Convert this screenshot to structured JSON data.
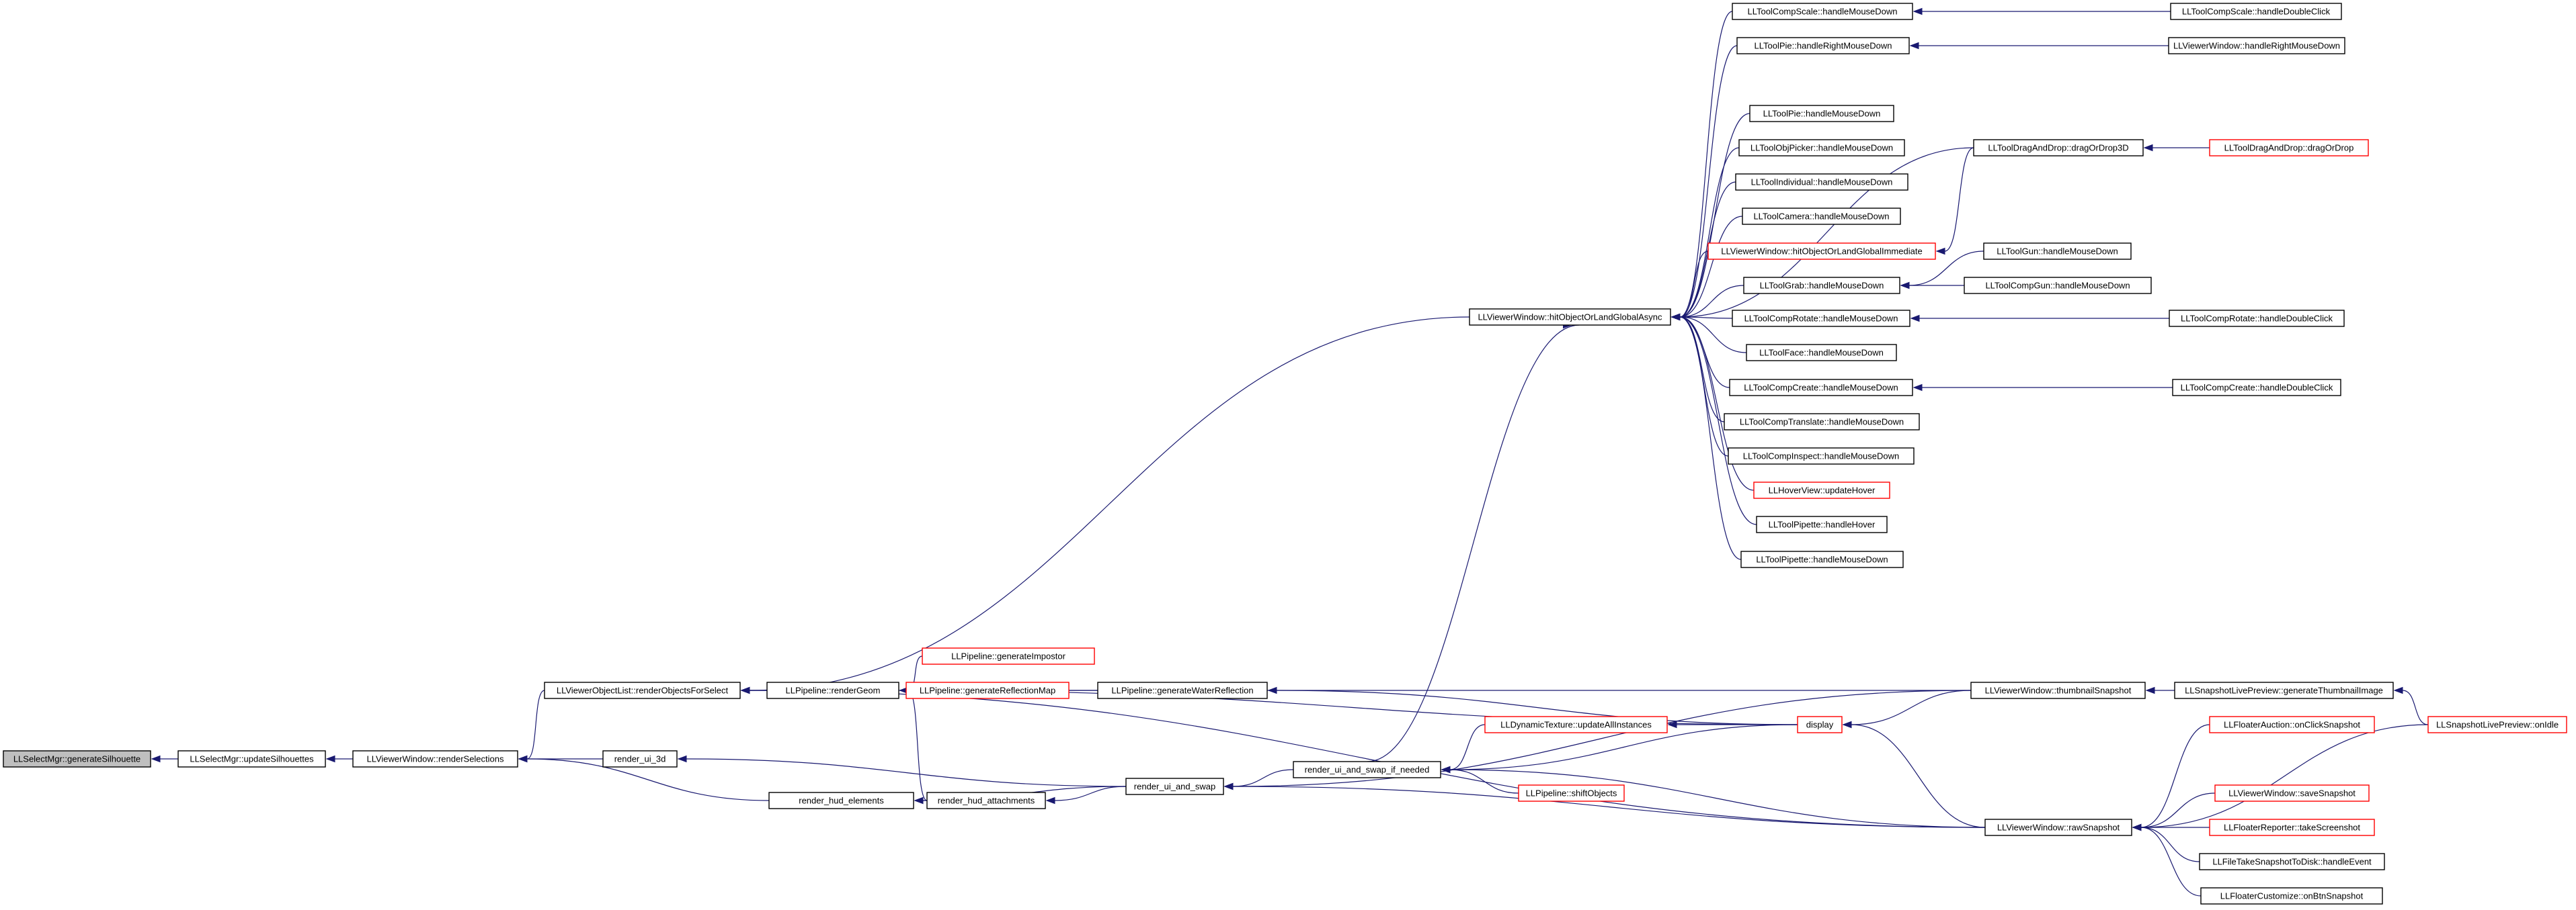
{
  "diagram": {
    "type": "call-graph",
    "colors": {
      "edge": "#191970",
      "highlight_fill": "#bfbfbf",
      "normal_border": "#000000",
      "truncated_border": "#ff0000",
      "background": "#ffffff"
    },
    "nodes": [
      {
        "id": "n0",
        "label": "LLSelectMgr::generateSilhouette",
        "style": "highlight"
      },
      {
        "id": "n1",
        "label": "LLSelectMgr::updateSilhouettes",
        "style": "normal"
      },
      {
        "id": "n2",
        "label": "LLViewerWindow::renderSelections",
        "style": "normal"
      },
      {
        "id": "n3",
        "label": "LLViewerObjectList::renderObjectsForSelect",
        "style": "normal"
      },
      {
        "id": "n4",
        "label": "render_ui_3d",
        "style": "normal"
      },
      {
        "id": "n5",
        "label": "render_hud_elements",
        "style": "normal"
      },
      {
        "id": "n6",
        "label": "LLPipeline::renderGeom",
        "style": "normal"
      },
      {
        "id": "n7",
        "label": "render_hud_attachments",
        "style": "normal"
      },
      {
        "id": "n8",
        "label": "render_ui_and_swap",
        "style": "normal"
      },
      {
        "id": "n9",
        "label": "LLPipeline::generateImpostor",
        "style": "truncated"
      },
      {
        "id": "n10",
        "label": "LLPipeline::generateReflectionMap",
        "style": "truncated"
      },
      {
        "id": "n11",
        "label": "LLPipeline::generateWaterReflection",
        "style": "normal"
      },
      {
        "id": "n12",
        "label": "render_ui_and_swap_if_needed",
        "style": "normal"
      },
      {
        "id": "n13",
        "label": "LLViewerWindow::hitObjectOrLandGlobalAsync",
        "style": "normal"
      },
      {
        "id": "n14",
        "label": "LLDynamicTexture::updateAllInstances",
        "style": "truncated"
      },
      {
        "id": "n15",
        "label": "LLPipeline::shiftObjects",
        "style": "truncated"
      },
      {
        "id": "n16",
        "label": "display",
        "style": "truncated"
      },
      {
        "id": "n17",
        "label": "LLToolCompScale::handleMouseDown",
        "style": "normal"
      },
      {
        "id": "n18",
        "label": "LLToolPie::handleRightMouseDown",
        "style": "normal"
      },
      {
        "id": "n19",
        "label": "LLToolPie::handleMouseDown",
        "style": "normal"
      },
      {
        "id": "n20",
        "label": "LLToolObjPicker::handleMouseDown",
        "style": "normal"
      },
      {
        "id": "n21",
        "label": "LLToolIndividual::handleMouseDown",
        "style": "normal"
      },
      {
        "id": "n22",
        "label": "LLToolCamera::handleMouseDown",
        "style": "normal"
      },
      {
        "id": "n23",
        "label": "LLViewerWindow::hitObjectOrLandGlobalImmediate",
        "style": "truncated"
      },
      {
        "id": "n24",
        "label": "LLToolGrab::handleMouseDown",
        "style": "normal"
      },
      {
        "id": "n25",
        "label": "LLToolCompRotate::handleMouseDown",
        "style": "normal"
      },
      {
        "id": "n26",
        "label": "LLToolFace::handleMouseDown",
        "style": "normal"
      },
      {
        "id": "n27",
        "label": "LLToolCompCreate::handleMouseDown",
        "style": "normal"
      },
      {
        "id": "n28",
        "label": "LLToolCompTranslate::handleMouseDown",
        "style": "normal"
      },
      {
        "id": "n29",
        "label": "LLToolCompInspect::handleMouseDown",
        "style": "normal"
      },
      {
        "id": "n30",
        "label": "LLHoverView::updateHover",
        "style": "truncated"
      },
      {
        "id": "n31",
        "label": "LLToolPipette::handleHover",
        "style": "normal"
      },
      {
        "id": "n32",
        "label": "LLToolPipette::handleMouseDown",
        "style": "normal"
      },
      {
        "id": "n33",
        "label": "LLViewerWindow::thumbnailSnapshot",
        "style": "normal"
      },
      {
        "id": "n34",
        "label": "LLViewerWindow::rawSnapshot",
        "style": "normal"
      },
      {
        "id": "n35",
        "label": "LLToolCompScale::handleDoubleClick",
        "style": "normal"
      },
      {
        "id": "n36",
        "label": "LLViewerWindow::handleRightMouseDown",
        "style": "normal"
      },
      {
        "id": "n37",
        "label": "LLToolDragAndDrop::dragOrDrop3D",
        "style": "normal"
      },
      {
        "id": "n38",
        "label": "LLToolDragAndDrop::dragOrDrop",
        "style": "truncated"
      },
      {
        "id": "n39",
        "label": "LLToolGun::handleMouseDown",
        "style": "normal"
      },
      {
        "id": "n40",
        "label": "LLToolCompGun::handleMouseDown",
        "style": "normal"
      },
      {
        "id": "n41",
        "label": "LLToolCompRotate::handleDoubleClick",
        "style": "normal"
      },
      {
        "id": "n42",
        "label": "LLToolCompCreate::handleDoubleClick",
        "style": "normal"
      },
      {
        "id": "n43",
        "label": "LLSnapshotLivePreview::generateThumbnailImage",
        "style": "normal"
      },
      {
        "id": "n44",
        "label": "LLSnapshotLivePreview::onIdle",
        "style": "truncated"
      },
      {
        "id": "n45",
        "label": "LLFloaterAuction::onClickSnapshot",
        "style": "truncated"
      },
      {
        "id": "n46",
        "label": "LLViewerWindow::saveSnapshot",
        "style": "truncated"
      },
      {
        "id": "n47",
        "label": "LLFloaterReporter::takeScreenshot",
        "style": "truncated"
      },
      {
        "id": "n48",
        "label": "LLFileTakeSnapshotToDisk::handleEvent",
        "style": "normal"
      },
      {
        "id": "n49",
        "label": "LLFloaterCustomize::onBtnSnapshot",
        "style": "normal"
      }
    ],
    "edges": [
      [
        "n1",
        "n0"
      ],
      [
        "n2",
        "n1"
      ],
      [
        "n3",
        "n2"
      ],
      [
        "n4",
        "n2"
      ],
      [
        "n5",
        "n2"
      ],
      [
        "n6",
        "n3"
      ],
      [
        "n13",
        "n3"
      ],
      [
        "n33",
        "n3"
      ],
      [
        "n34",
        "n3"
      ],
      [
        "n8",
        "n4"
      ],
      [
        "n7",
        "n5"
      ],
      [
        "n8",
        "n5"
      ],
      [
        "n9",
        "n6"
      ],
      [
        "n10",
        "n6"
      ],
      [
        "n11",
        "n6"
      ],
      [
        "n7",
        "n6"
      ],
      [
        "n16",
        "n6"
      ],
      [
        "n8",
        "n7"
      ],
      [
        "n12",
        "n8"
      ],
      [
        "n33",
        "n8"
      ],
      [
        "n34",
        "n8"
      ],
      [
        "n16",
        "n11"
      ],
      [
        "n16",
        "n12"
      ],
      [
        "n14",
        "n12"
      ],
      [
        "n15",
        "n12"
      ],
      [
        "n34",
        "n12"
      ],
      [
        "n16",
        "n14"
      ],
      [
        "n17",
        "n13"
      ],
      [
        "n18",
        "n13"
      ],
      [
        "n19",
        "n13"
      ],
      [
        "n20",
        "n13"
      ],
      [
        "n21",
        "n13"
      ],
      [
        "n22",
        "n13"
      ],
      [
        "n23",
        "n13"
      ],
      [
        "n24",
        "n13"
      ],
      [
        "n25",
        "n13"
      ],
      [
        "n26",
        "n13"
      ],
      [
        "n27",
        "n13"
      ],
      [
        "n28",
        "n13"
      ],
      [
        "n29",
        "n13"
      ],
      [
        "n30",
        "n13"
      ],
      [
        "n31",
        "n13"
      ],
      [
        "n32",
        "n13"
      ],
      [
        "n37",
        "n13"
      ],
      [
        "n12",
        "n13"
      ],
      [
        "n35",
        "n17"
      ],
      [
        "n36",
        "n18"
      ],
      [
        "n37",
        "n23"
      ],
      [
        "n38",
        "n37"
      ],
      [
        "n39",
        "n24"
      ],
      [
        "n40",
        "n24"
      ],
      [
        "n41",
        "n25"
      ],
      [
        "n42",
        "n27"
      ],
      [
        "n33",
        "n16"
      ],
      [
        "n34",
        "n16"
      ],
      [
        "n43",
        "n33"
      ],
      [
        "n44",
        "n43"
      ],
      [
        "n45",
        "n34"
      ],
      [
        "n44",
        "n34"
      ],
      [
        "n46",
        "n34"
      ],
      [
        "n47",
        "n34"
      ],
      [
        "n48",
        "n34"
      ],
      [
        "n49",
        "n34"
      ]
    ]
  }
}
